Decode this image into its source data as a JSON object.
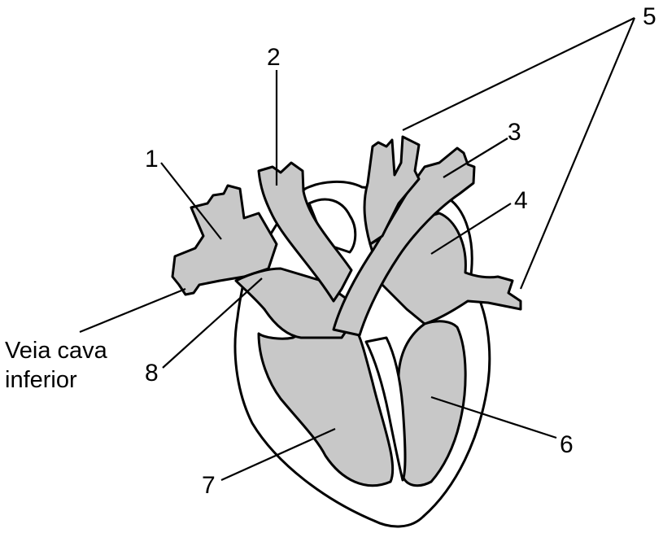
{
  "labels": {
    "n1": "1",
    "n2": "2",
    "n3": "3",
    "n4": "4",
    "n5": "5",
    "n6": "6",
    "n7": "7",
    "n8": "8",
    "vc_line1": "Veia cava",
    "vc_line2": "inferior"
  }
}
